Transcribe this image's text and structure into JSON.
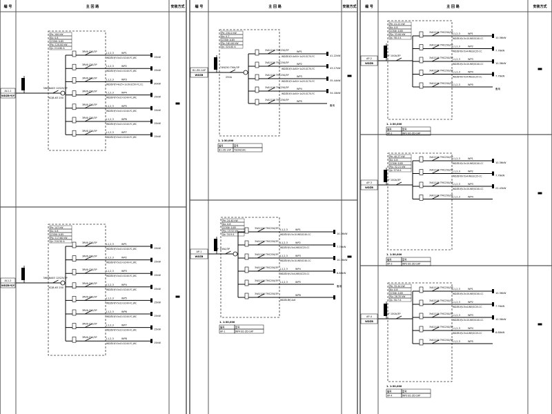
{
  "header": {
    "col_no": "编 号",
    "col_main": "主 回 路",
    "col_install": "安装方式"
  },
  "install_mark": "明装",
  "colors": {
    "line": "#000000",
    "frame": "#555555",
    "dash": "#333333"
  },
  "panels": [
    {
      "id": "AL1-1",
      "feeder": "WDZB-YJY",
      "params": [
        "Pe: 100 kW",
        "Kx: 0.8",
        "COSΦ: 0.85",
        "Pjs: 120.00 kW",
        "Ijs: 214.80 A"
      ],
      "incoming": "3WN6A63 12S25/3P",
      "incoming2": "KCJB-63 250",
      "branches": [
        {
          "name": "WP1",
          "breaker": "3RV6-C50/3P",
          "phase": "L1,2,3",
          "cable": "WDZB-YJY-5x10-SC40-FC,WC",
          "load": "15kW"
        },
        {
          "name": "WP2",
          "breaker": "3RV6-C50/3P",
          "phase": "L1,2,3",
          "cable": "WDZB-YJY-5x10-SC40-FC,WC",
          "load": "15kW"
        },
        {
          "name": "WP3",
          "breaker": "3RV6-C80/3P",
          "phase": "L1,2,3",
          "cable": "WDZB-YJY-4x25+1x16-SC50-FC,CC",
          "load": "30kW"
        },
        {
          "name": "WP4",
          "breaker": "3RV6-C50/3P",
          "phase": "L1,2,3",
          "cable": "WDZB-YJY-5x10-SC40-FC,WC",
          "load": "15kW"
        },
        {
          "name": "WP5",
          "breaker": "3RV6-C50/3P",
          "phase": "L1,2,3",
          "cable": "WDZB-YJY-5x10-SC40-FC,WC",
          "load": "15kW"
        },
        {
          "name": "WP6",
          "breaker": "3RV6-C50/3P",
          "phase": "L1,2,3",
          "cable": "WDZB-YJY-5x10-SC40-FC,WC",
          "load": "15kW"
        },
        {
          "name": "WP7",
          "breaker": "3RV6-C50/3P",
          "phase": "L1,2,3",
          "cable": "WDZB-YJY-5x10-SC40-FC,WC",
          "load": "15kW"
        }
      ]
    },
    {
      "id": "AL1-2",
      "feeder": "WDZB-YJY",
      "params": [
        "Pe: 147 kW",
        "Kx: 0.8",
        "COSΦ: 0.85",
        "Pjs: 117.60 kW",
        "Ijs: 210.50 A"
      ],
      "incoming": "3WN6A63 12S25/3P",
      "incoming2": "KCJB-63 250",
      "branches": [
        {
          "name": "WP1",
          "breaker": "3RV6-C50/3P",
          "phase": "L1,2,3",
          "cable": "WDZB-YJY-5x10-SC40-FC,WC",
          "load": "15kW"
        },
        {
          "name": "WP2",
          "breaker": "3RV6-C50/3P",
          "phase": "L1,2,3",
          "cable": "WDZB-YJY-5x10-SC40-FC,WC",
          "load": "15kW"
        },
        {
          "name": "WP3",
          "breaker": "3RV6-C50/3P",
          "phase": "L1,2,3",
          "cable": "WDZB-YJY-5x10-SC40-FC,WC",
          "load": "15kW"
        },
        {
          "name": "WP4",
          "breaker": "3RV6-C50/3P",
          "phase": "L1,2,3",
          "cable": "WDZB-YJY-5x10-SC40-FC,WC",
          "load": "15kW"
        },
        {
          "name": "WP5",
          "breaker": "3RV6-C50/3P",
          "phase": "L1,2,3",
          "cable": "WDZB-YJY-5x10-SC40-FC,WC",
          "load": "15kW"
        },
        {
          "name": "WP6",
          "breaker": "3RV6-C50/3P",
          "phase": "L1,2,3",
          "cable": "WDZB-YJY-5x10-SC40-FC,WC",
          "load": "15kW"
        },
        {
          "name": "WP7",
          "breaker": "3RV6-C50/3P",
          "phase": "L1,2,3",
          "cable": "WDZB-YJY-5x10-SC40-FC,WC",
          "load": "15kW"
        },
        {
          "name": "WP8",
          "breaker": "3RV6-C50/3P",
          "phase": "L1,2,3",
          "cable": "WDZB-YJY-5x10-SC40-FC,WC",
          "load": "15kW"
        }
      ]
    },
    {
      "id": "B1-ZD-1AP",
      "feeder": "WDZB",
      "params": [
        "Pe: 230.0 kW",
        "Kx: 0.7",
        "COSΦ: 0.85",
        "Pjs: 161.00 kW",
        "Ijs: 324.00 A"
      ],
      "incoming": "T4N250 TMA/3P",
      "incoming2": "250A",
      "caption": "1. 1:30,000",
      "table": [
        "编号",
        "型号",
        "B1-ZD-1AP",
        "TSDA01AC"
      ],
      "branches": [
        {
          "name": "WP1",
          "breaker": "3VA1100 TMC250/3P",
          "phase": "",
          "cable": "WDZB-YJY-4x50+1x25-SC70-FC",
          "load": "41.22kW"
        },
        {
          "name": "WP2",
          "breaker": "3VA1100 TMC250/3P",
          "phase": "",
          "cable": "WDZB-YJY-4x50+1x25-SC70-FC",
          "load": "43.17kW"
        },
        {
          "name": "WP3",
          "breaker": "3VA1100 TMC250/3P",
          "phase": "",
          "cable": "WDZB-YJY-4x50+1x25-SC70-FC",
          "load": "35.44kW"
        },
        {
          "name": "WP4",
          "breaker": "3VA1100 TMC250/3P",
          "phase": "",
          "cable": "WDZB-YJY-4x50+1x25-SC70-FC",
          "load": "34.18kW"
        },
        {
          "name": "WP5",
          "breaker": "3VA1100 TMC250/3P",
          "phase": "",
          "cable": "",
          "load": "备用"
        }
      ]
    },
    {
      "id": "AP-1",
      "feeder": "WDZB",
      "params": [
        "Pe: 24.40 kW",
        "Kx: 0.8",
        "COSΦ: 0.85",
        "Pjs: 19.52 kW",
        "Ijs: 34.9 A"
      ],
      "incoming": "QF 100A/3P",
      "incoming2": "",
      "caption": "1. 1:30,000",
      "table": [
        "编号",
        "型号",
        "AP-1",
        "WP4 B1-ZD-1AP"
      ],
      "branches": [
        {
          "name": "WP1",
          "breaker": "3VA1100 TMC250/3P",
          "phase": "L1,2,3",
          "cable": "WDZB-YJV-5x10-WE/SC40-CC",
          "load": "10.36kW"
        },
        {
          "name": "WP2",
          "breaker": "3VA1100 TMC250/3P",
          "phase": "L1,2,3",
          "cable": "WDZB-YJV-5x4-WE/SC25-CC",
          "load": "7.76kW"
        },
        {
          "name": "WP3",
          "breaker": "3VA1100 TMC250/3P",
          "phase": "L1,2,3",
          "cable": "WDZB-YJV-5x10-WE/SC40-CC",
          "load": "10.36kW"
        },
        {
          "name": "WP4",
          "breaker": "3VA1100 TMC250/3P",
          "phase": "L1,2,3",
          "cable": "WDZB-YJV-5x4-WE/SC25-CC",
          "load": "6.88kW"
        },
        {
          "name": "WP5",
          "breaker": "3VA1100 TMC250/3P",
          "phase": "L1,2,3",
          "cable": "",
          "load": "备用"
        },
        {
          "name": "WP6",
          "breaker": "3VA1100 TMC250/3P",
          "phase": "",
          "cable": "WDZB-BYJ-4x6",
          "load": ""
        }
      ]
    },
    {
      "id": "AP-2",
      "feeder": "WDZB",
      "params": [
        "Pe: 41.22 kW",
        "Kx: 0.8",
        "COSΦ: 0.85",
        "Pjs: 33.00 kW",
        "Ijs: 58.4 A"
      ],
      "incoming": "QF 100A/3P",
      "incoming2": "",
      "caption": "1. 1:30,000",
      "table": [
        "编号",
        "型号",
        "AP-2",
        "WP1 B1-ZD-1AP"
      ],
      "branches": [
        {
          "name": "WP1",
          "breaker": "3VA1100 TMC250/3P",
          "phase": "L1,2,3",
          "cable": "WDZB-YJV-5x10-WE/SC40-CC",
          "load": "10.36kW"
        },
        {
          "name": "WP2",
          "breaker": "3VA1100 TMC250/3P",
          "phase": "L1,2,3",
          "cable": "WDZB-YJV-5x4-WE/SC25-CC",
          "load": "7.76kW"
        },
        {
          "name": "WP3",
          "breaker": "3VA1100 TMC250/3P",
          "phase": "L1,2,3",
          "cable": "WDZB-YJV-5x10-WE/SC40-CC",
          "load": "10.36kW"
        },
        {
          "name": "WP4",
          "breaker": "3VA1100 TMC250/3P",
          "phase": "L1,2,3",
          "cable": "WDZB-YJV-5x4-WE/SC25-CC",
          "load": "7.76kW"
        },
        {
          "name": "WP5",
          "breaker": "3VA1100 TMC250/3P",
          "phase": "L1,2,3",
          "cable": "",
          "load": "备用"
        }
      ]
    },
    {
      "id": "AP-3",
      "feeder": "WDZB",
      "params": [
        "Pe: 40.27 kW",
        "Kx: 0.8",
        "COSΦ: 0.85",
        "Pjs: 32.21 kW",
        "Ijs: 57.6 A"
      ],
      "incoming": "QF 100A/3P",
      "incoming2": "",
      "caption": "1. 1:30,000",
      "table": [
        "编号",
        "型号",
        "AP-3",
        "WP2 B1-ZD-1AP"
      ],
      "branches": [
        {
          "name": "WP1",
          "breaker": "3VA1100 TMC250/3P",
          "phase": "L1,2,3",
          "cable": "WDZB-YJV-5x10-WE/SC40-CC",
          "load": "10.36kW"
        },
        {
          "name": "WP2",
          "breaker": "3VA1100 TMC250/3P",
          "phase": "L1,2,3",
          "cable": "WDZB-YJV-5x4-WE/SC25-CC",
          "load": "7.76kW"
        },
        {
          "name": "WP3",
          "breaker": "3VA1100 TMC250/3P",
          "phase": "L1,2,3",
          "cable": "WDZB-YJV-5x10-WE/SC40-CC",
          "load": "22.43kW"
        },
        {
          "name": "WP4",
          "breaker": "3VA1100 TMC250/3P",
          "phase": "L1,2,3",
          "cable": "",
          "load": ""
        }
      ]
    },
    {
      "id": "AP-4",
      "feeder": "WDZB",
      "params": [
        "Pe: 35.44 kW",
        "Kx: 0.8",
        "COSΦ: 0.85",
        "Pjs: 28.35 kW",
        "Ijs: 50.7 A"
      ],
      "incoming": "QF 100A/3P",
      "incoming2": "",
      "caption": "1. 1:30,000",
      "table": [
        "编号",
        "型号",
        "AP-4",
        "WP3 B1-ZD-1AP"
      ],
      "branches": [
        {
          "name": "WP1",
          "breaker": "3VA1100 TMC250/3P",
          "phase": "L1,2,3",
          "cable": "WDZB-YJV-5x10-WE/SC40-CC",
          "load": "10.36kW"
        },
        {
          "name": "WP2",
          "breaker": "3VA1100 TMC250/3P",
          "phase": "L1,2,3",
          "cable": "WDZB-YJV-5x4-WE/SC25-CC",
          "load": "7.76kW"
        },
        {
          "name": "WP3",
          "breaker": "3VA1100 TMC250/3P",
          "phase": "L1,2,3",
          "cable": "WDZB-YJV-5x10-WE/SC40-CC",
          "load": "10.36kW"
        },
        {
          "name": "WP4",
          "breaker": "3VA1100 TMC250/3P",
          "phase": "L1,2,3",
          "cable": "WDZB-YJV-5x4-WE/SC25-CC",
          "load": "6.88kW"
        },
        {
          "name": "WP5",
          "breaker": "3VA1100 TMC250/3P",
          "phase": "L1,2,3",
          "cable": "",
          "load": ""
        }
      ]
    }
  ]
}
